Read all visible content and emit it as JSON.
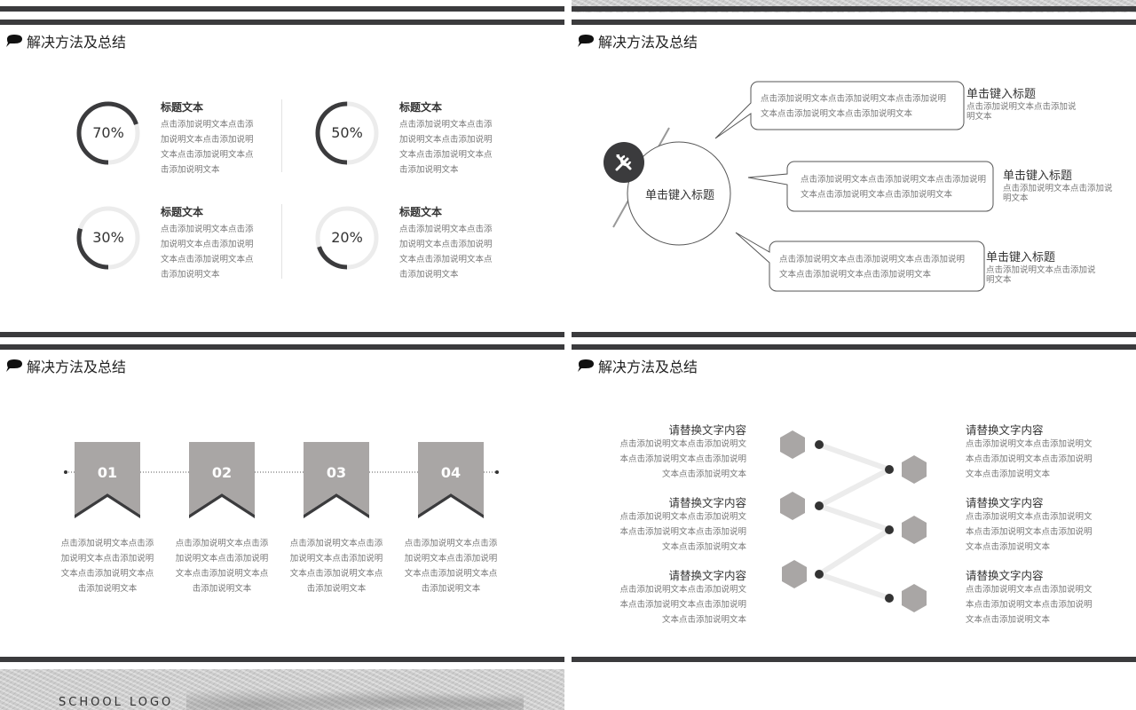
{
  "slide_title": "解决方法及总结",
  "slide1": {
    "items": [
      {
        "percent": "70%",
        "fraction": 0.7,
        "title": "标题文本",
        "lines": [
          "点击添加说明文本点击添",
          "加说明文本点击添加说明",
          "文本点击添加说明文本点",
          "击添加说明文本"
        ]
      },
      {
        "percent": "50%",
        "fraction": 0.5,
        "title": "标题文本",
        "lines": [
          "点击添加说明文本点击添",
          "加说明文本点击添加说明",
          "文本点击添加说明文本点",
          "击添加说明文本"
        ]
      },
      {
        "percent": "30%",
        "fraction": 0.3,
        "title": "标题文本",
        "lines": [
          "点击添加说明文本点击添",
          "加说明文本点击添加说明",
          "文本点击添加说明文本点",
          "击添加说明文本"
        ]
      },
      {
        "percent": "20%",
        "fraction": 0.2,
        "title": "标题文本",
        "lines": [
          "点击添加说明文本点击添",
          "加说明文本点击添加说明",
          "文本点击添加说明文本点",
          "击添加说明文本"
        ]
      }
    ]
  },
  "slide2": {
    "center_title": "单击键入标题",
    "icon": "tools-icon",
    "callouts": [
      {
        "text_lines": [
          "点击添加说明文本点击添加说明文本点击添加说明",
          "文本点击添加说明文本点击添加说明文本"
        ],
        "title": "单击键入标题",
        "desc_lines": [
          "点击添加说明文本点击添加说",
          "明文本"
        ]
      },
      {
        "text_lines": [
          "点击添加说明文本点击添加说明文本点击添加说明",
          "文本点击添加说明文本点击添加说明文本"
        ],
        "title": "单击键入标题",
        "desc_lines": [
          "点击添加说明文本点击添加说",
          "明文本"
        ]
      },
      {
        "text_lines": [
          "点击添加说明文本点击添加说明文本点击添加说明",
          "文本点击添加说明文本点击添加说明文本"
        ],
        "title": "单击键入标题",
        "desc_lines": [
          "点击添加说明文本点击添加说",
          "明文本"
        ]
      }
    ]
  },
  "slide3": {
    "flags": [
      {
        "num": "01",
        "lines": [
          "点击添加说明文本点击添",
          "加说明文本点击添加说明",
          "文本点击添加说明文本点",
          "击添加说明文本"
        ]
      },
      {
        "num": "02",
        "lines": [
          "点击添加说明文本点击添",
          "加说明文本点击添加说明",
          "文本点击添加说明文本点",
          "击添加说明文本"
        ]
      },
      {
        "num": "03",
        "lines": [
          "点击添加说明文本点击添",
          "加说明文本点击添加说明",
          "文本点击添加说明文本点",
          "击添加说明文本"
        ]
      },
      {
        "num": "04",
        "lines": [
          "点击添加说明文本点击添",
          "加说明文本点击添加说明",
          "文本点击添加说明文本点",
          "击添加说明文本"
        ]
      }
    ]
  },
  "slide4": {
    "left": [
      {
        "title": "请替换文字内容",
        "lines": [
          "点击添加说明文本点击添加说明文",
          "本点击添加说明文本点击添加说明",
          "文本点击添加说明文本"
        ]
      },
      {
        "title": "请替换文字内容",
        "lines": [
          "点击添加说明文本点击添加说明文",
          "本点击添加说明文本点击添加说明",
          "文本点击添加说明文本"
        ]
      },
      {
        "title": "请替换文字内容",
        "lines": [
          "点击添加说明文本点击添加说明文",
          "本点击添加说明文本点击添加说明",
          "文本点击添加说明文本"
        ]
      }
    ],
    "right": [
      {
        "title": "请替换文字内容",
        "lines": [
          "点击添加说明文本点击添加说明文",
          "本点击添加说明文本点击添加说明",
          "文本点击添加说明文本"
        ]
      },
      {
        "title": "请替换文字内容",
        "lines": [
          "点击添加说明文本点击添加说明文",
          "本点击添加说明文本点击添加说明",
          "文本点击添加说明文本"
        ]
      },
      {
        "title": "请替换文字内容",
        "lines": [
          "点击添加说明文本点击添加说明文",
          "本点击添加说明文本点击添加说明",
          "文本点击添加说明文本"
        ]
      }
    ]
  },
  "slide5": {
    "logo": "SCHOOL LOGO"
  },
  "colors": {
    "dark": "#3b3b3d",
    "gray": "#a9a6a5",
    "light": "#ececec"
  }
}
